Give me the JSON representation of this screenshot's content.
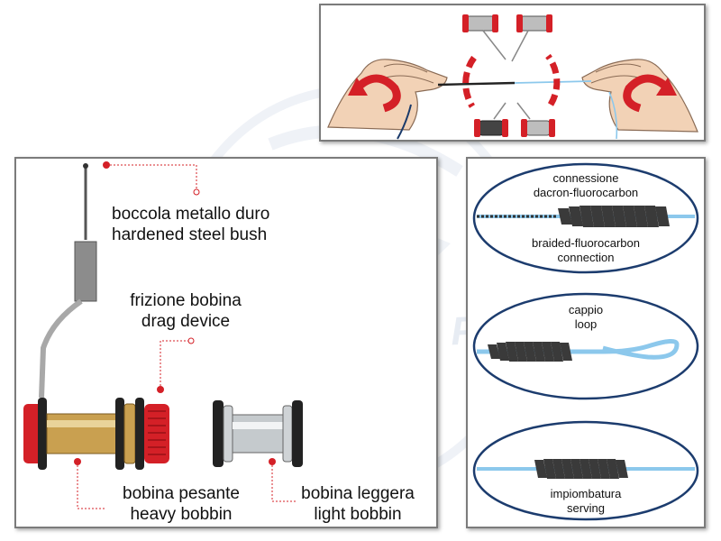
{
  "watermark": {
    "text": "DEPORTES PINEDA"
  },
  "labels": {
    "steel_bush": [
      "boccola metallo duro",
      "hardened steel bush"
    ],
    "drag": [
      "frizione bobina",
      "drag device"
    ],
    "heavy": [
      "bobina pesante",
      "heavy bobbin"
    ],
    "light": [
      "bobina leggera",
      "light bobbin"
    ]
  },
  "knots": {
    "connection": {
      "top": [
        "connessione",
        "dacron-fluorocarbon"
      ],
      "bottom": [
        "braided-fluorocarbon",
        "connection"
      ]
    },
    "loop": {
      "top": [
        "cappio",
        "loop"
      ]
    },
    "serving": {
      "bottom": [
        "impiombatura",
        "serving"
      ]
    }
  },
  "colors": {
    "accent": "#d42027",
    "line_blue": "#8cc8ec",
    "braid": "#3a3a3a",
    "border": "#7b7b7b",
    "ellipse_border": "#1c3c6e"
  },
  "icons": [
    "hand-icon",
    "rotation-arrow-icon",
    "bobbin-icon",
    "leader-dot-icon"
  ]
}
